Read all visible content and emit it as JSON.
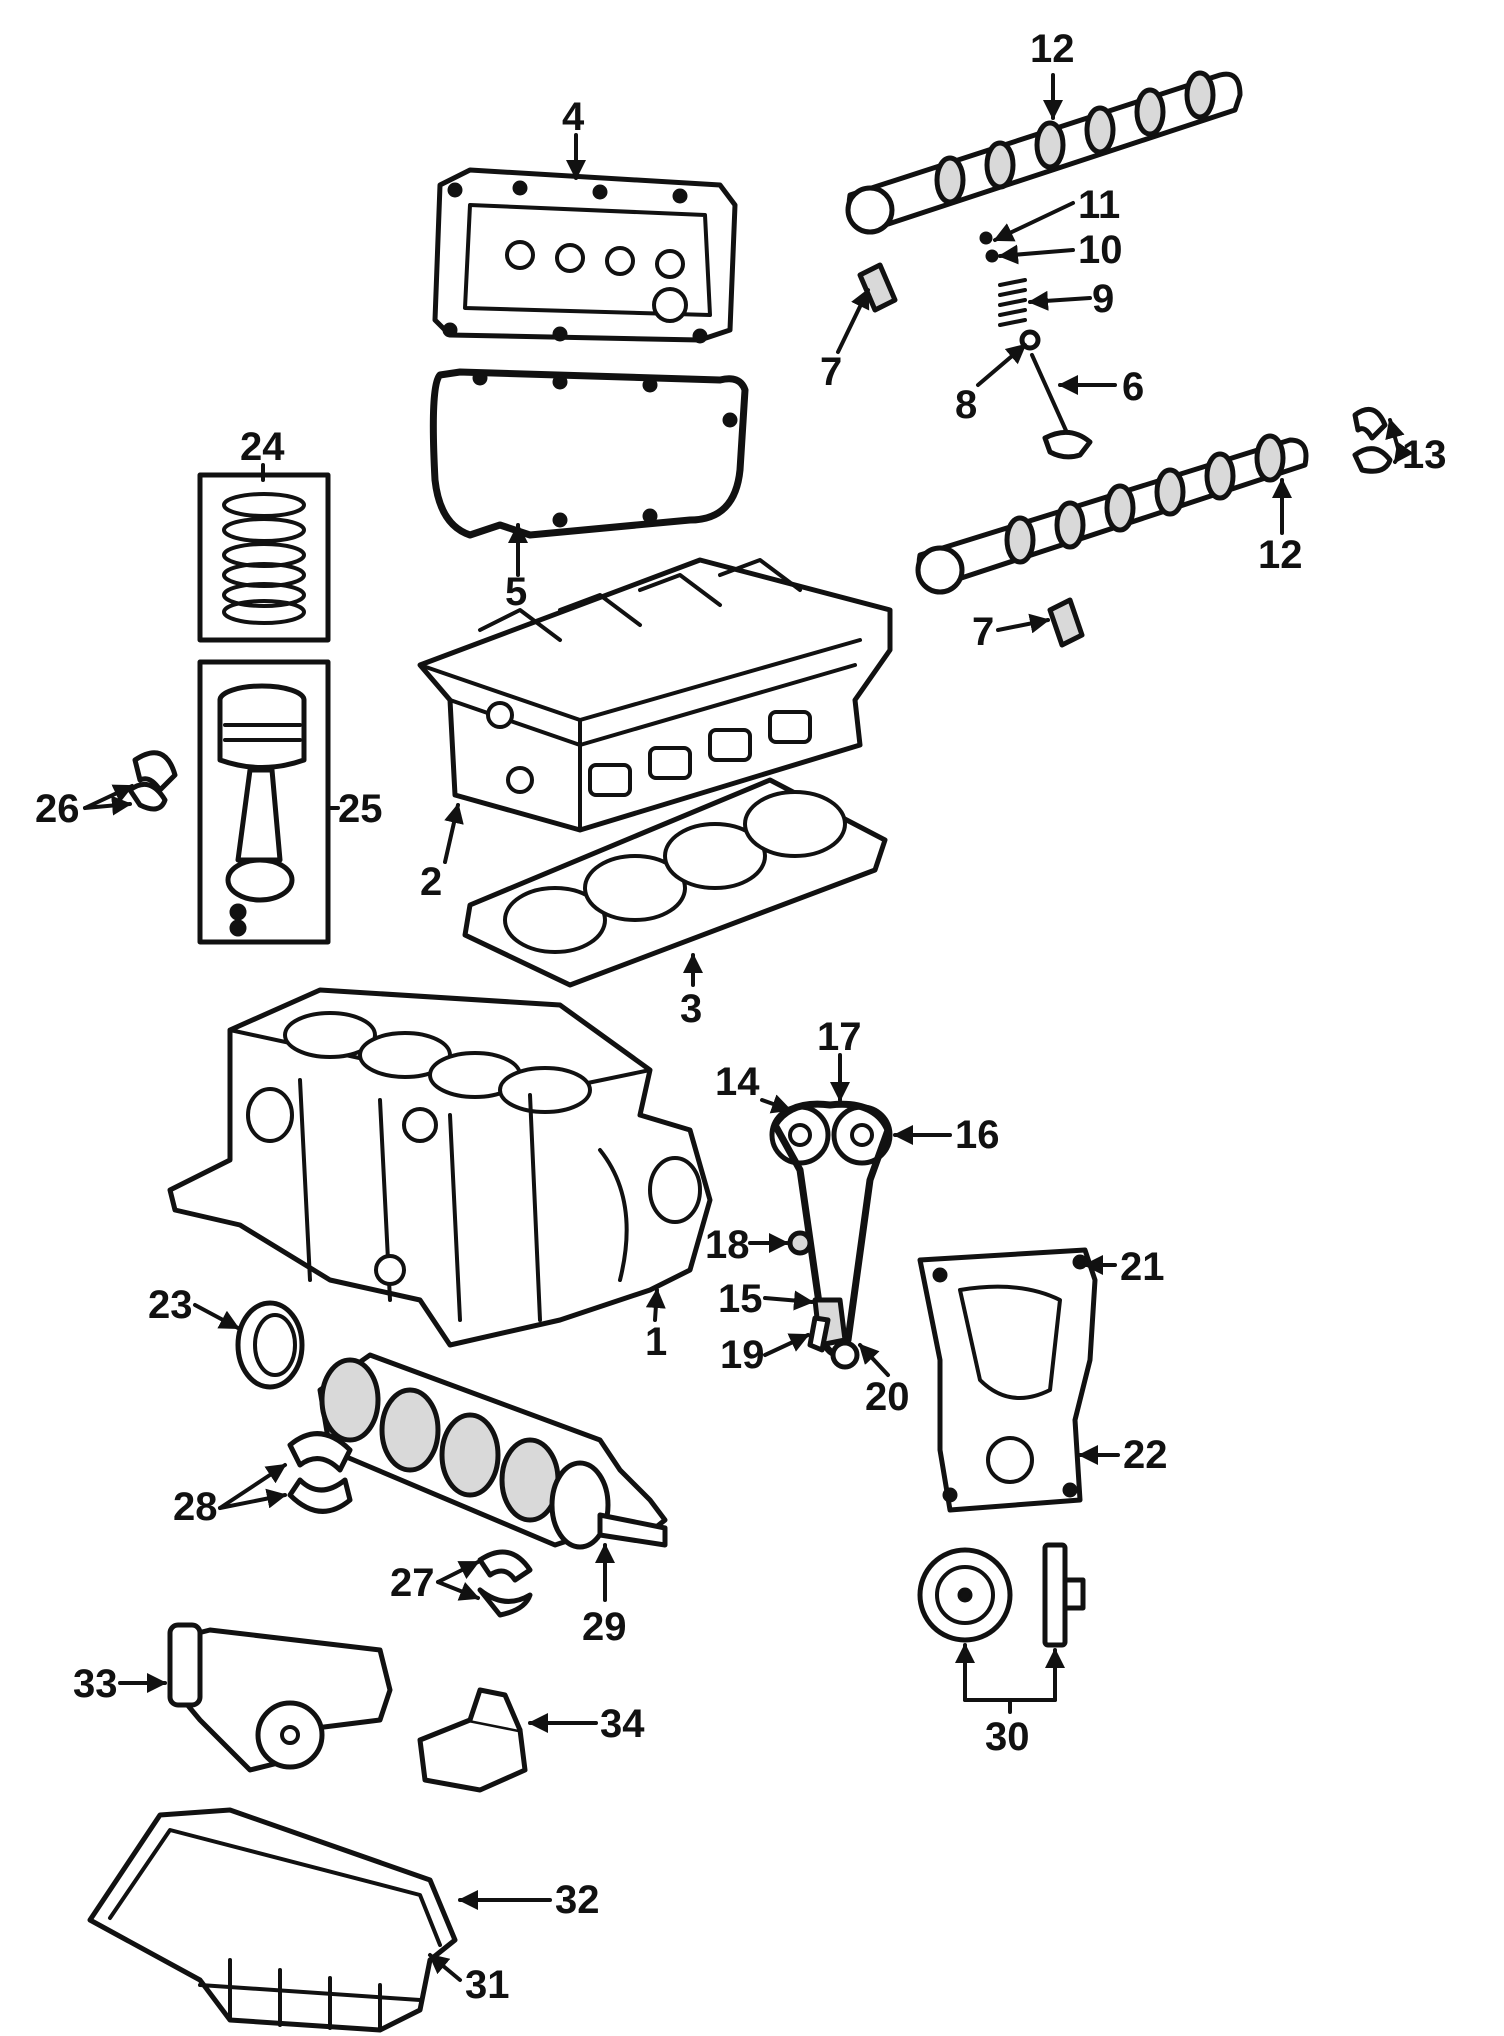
{
  "diagram": {
    "callouts": [
      {
        "id": "1",
        "label": "1"
      },
      {
        "id": "2",
        "label": "2"
      },
      {
        "id": "3",
        "label": "3"
      },
      {
        "id": "4",
        "label": "4"
      },
      {
        "id": "5",
        "label": "5"
      },
      {
        "id": "6",
        "label": "6"
      },
      {
        "id": "7a",
        "label": "7"
      },
      {
        "id": "7b",
        "label": "7"
      },
      {
        "id": "8",
        "label": "8"
      },
      {
        "id": "9",
        "label": "9"
      },
      {
        "id": "10",
        "label": "10"
      },
      {
        "id": "11",
        "label": "11"
      },
      {
        "id": "12a",
        "label": "12"
      },
      {
        "id": "12b",
        "label": "12"
      },
      {
        "id": "13",
        "label": "13"
      },
      {
        "id": "14",
        "label": "14"
      },
      {
        "id": "15",
        "label": "15"
      },
      {
        "id": "16",
        "label": "16"
      },
      {
        "id": "17",
        "label": "17"
      },
      {
        "id": "18",
        "label": "18"
      },
      {
        "id": "19",
        "label": "19"
      },
      {
        "id": "20",
        "label": "20"
      },
      {
        "id": "21",
        "label": "21"
      },
      {
        "id": "22",
        "label": "22"
      },
      {
        "id": "23",
        "label": "23"
      },
      {
        "id": "24",
        "label": "24"
      },
      {
        "id": "25",
        "label": "25"
      },
      {
        "id": "26",
        "label": "26"
      },
      {
        "id": "27",
        "label": "27"
      },
      {
        "id": "28",
        "label": "28"
      },
      {
        "id": "29",
        "label": "29"
      },
      {
        "id": "30",
        "label": "30"
      },
      {
        "id": "31",
        "label": "31"
      },
      {
        "id": "32",
        "label": "32"
      },
      {
        "id": "33",
        "label": "33"
      },
      {
        "id": "34",
        "label": "34"
      }
    ]
  }
}
